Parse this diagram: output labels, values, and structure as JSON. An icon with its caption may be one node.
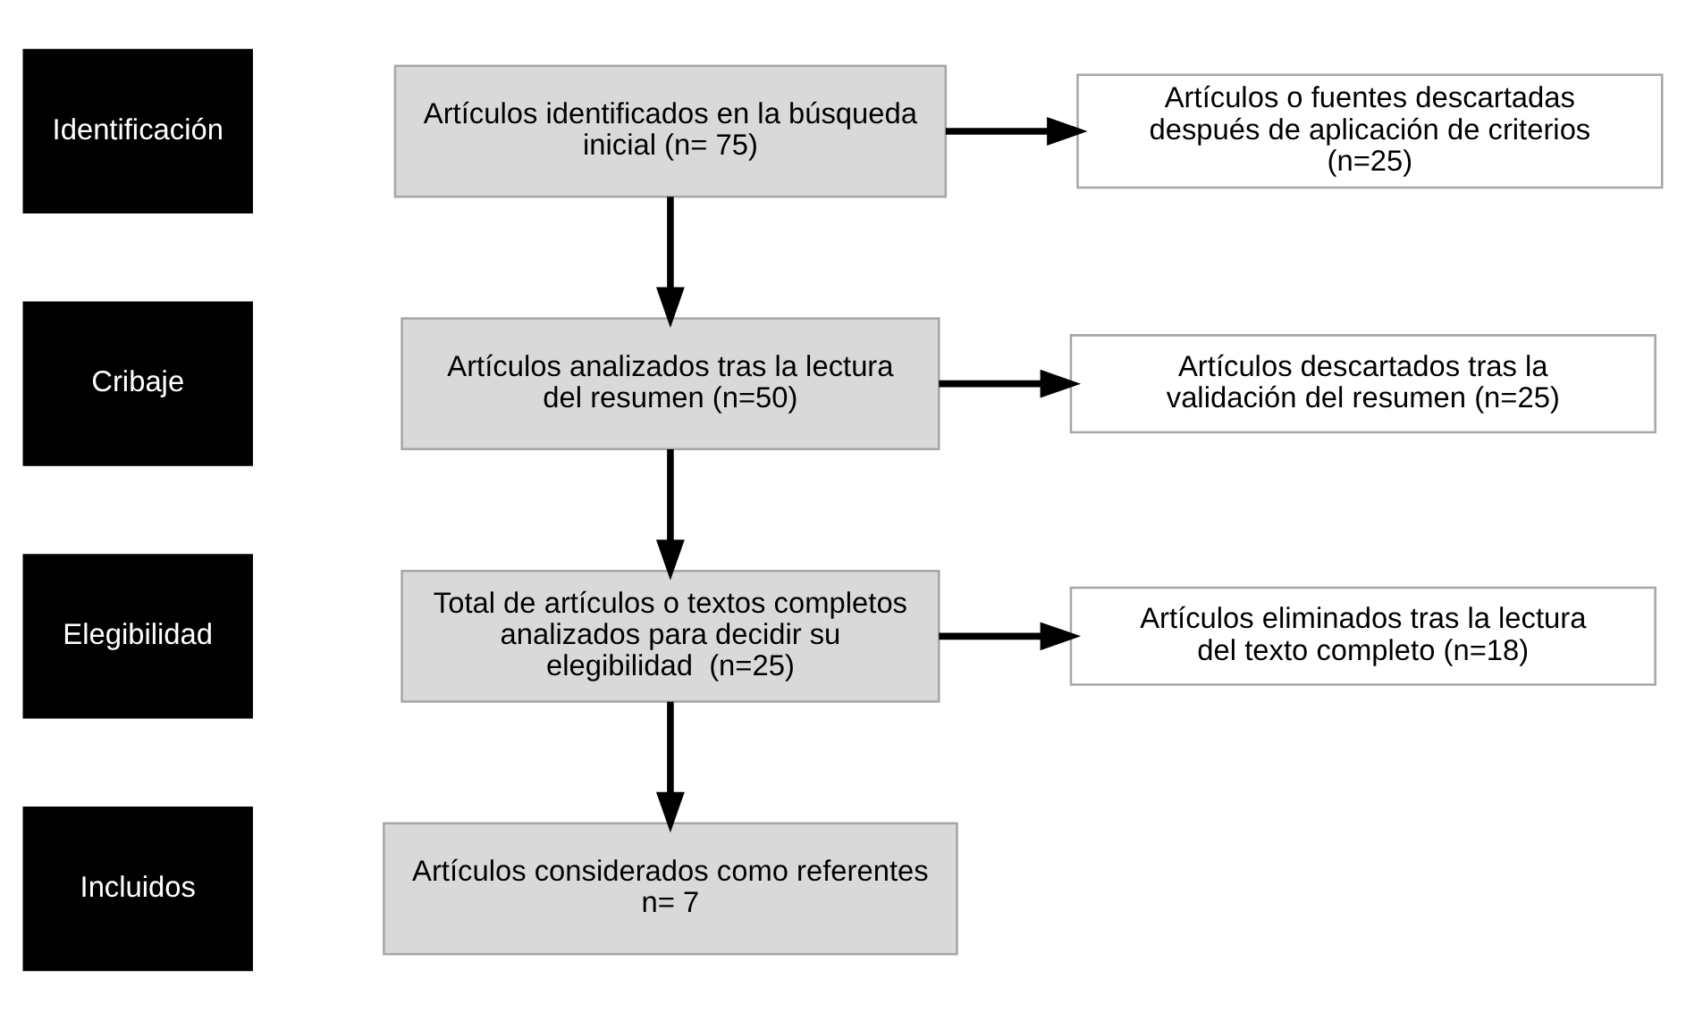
{
  "diagram": {
    "nodes": [
      {
        "text": [
          "Identificación"
        ]
      },
      {
        "text": [
          "Artículos identificados en la búsqueda inicial (n= 75)"
        ]
      },
      {
        "text": [
          "Artículos o fuentes descartadas después de aplicación de criterios (n=25)"
        ]
      },
      {
        "text": [
          "Cribaje"
        ]
      },
      {
        "text": [
          "Artículos analizados tras la lectura del resumen (n=50)"
        ]
      },
      {
        "text": [
          "Artículos descartados tras la validación del resumen (n=25)"
        ]
      },
      {
        "text": [
          "Elegibilidad"
        ]
      },
      {
        "text": [
          "Total de artículos o textos completos analizados para decidir su elegibilidad  (n=25)"
        ]
      },
      {
        "text": [
          "Artículos eliminados tras la lectura del texto completo (n=18)"
        ]
      },
      {
        "text": [
          "Incluidos"
        ]
      },
      {
        "text": [
          "Artículos considerados como referentes n= 7"
        ]
      }
    ],
    "edges": [
      {
        "from": 1,
        "to": 2,
        "arrow": "to"
      },
      {
        "from": 1,
        "to": 4,
        "arrow": "to"
      },
      {
        "from": 4,
        "to": 5,
        "arrow": "to"
      },
      {
        "from": 4,
        "to": 7,
        "arrow": "to"
      },
      {
        "from": 7,
        "to": 8,
        "arrow": "to"
      },
      {
        "from": 7,
        "to": 10,
        "arrow": "to"
      }
    ]
  }
}
